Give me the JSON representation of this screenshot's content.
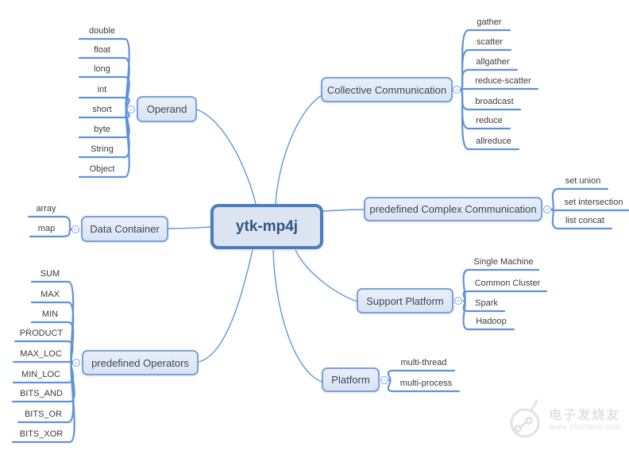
{
  "root": {
    "label": "ytk-mp4j"
  },
  "branches": [
    {
      "label": "Operand",
      "children": [
        "double",
        "float",
        "long",
        "int",
        "short",
        "byte",
        "String",
        "Object"
      ]
    },
    {
      "label": "Data Container",
      "children": [
        "array",
        "map"
      ]
    },
    {
      "label": "predefined Operators",
      "children": [
        "SUM",
        "MAX",
        "MIN",
        "PRODUCT",
        "MAX_LOC",
        "MIN_LOC",
        "BITS_AND",
        "BITS_OR",
        "BITS_XOR"
      ]
    },
    {
      "label": "Collective Communication",
      "children": [
        "gather",
        "scatter",
        "allgather",
        "reduce-scatter",
        "broadcast",
        "reduce",
        "allreduce"
      ]
    },
    {
      "label": "predefined Complex Communication",
      "children": [
        "set union",
        "set intersection",
        "list concat"
      ]
    },
    {
      "label": "Support Platform",
      "children": [
        "Single Machine",
        "Common Cluster",
        "Spark",
        "Hadoop"
      ]
    },
    {
      "label": "Platform",
      "children": [
        "multi-thread",
        "multi-process"
      ]
    }
  ],
  "toggles": {
    "collapse_symbol": "−"
  },
  "watermark": {
    "site_name": "电子发烧友",
    "site_url": "www.elecfans.com"
  },
  "colors": {
    "node_fill": "#dce6f5",
    "node_border": "#7ba2d9",
    "root_fill": "#dce4f1",
    "root_border": "#4a7ebc",
    "root_text": "#2f5587",
    "connector": "#6297d8",
    "leaf_text": "#3c3c3c",
    "node_text": "#3d4656",
    "watermark_text": "#e2e2e2",
    "background": "#ffffff"
  }
}
